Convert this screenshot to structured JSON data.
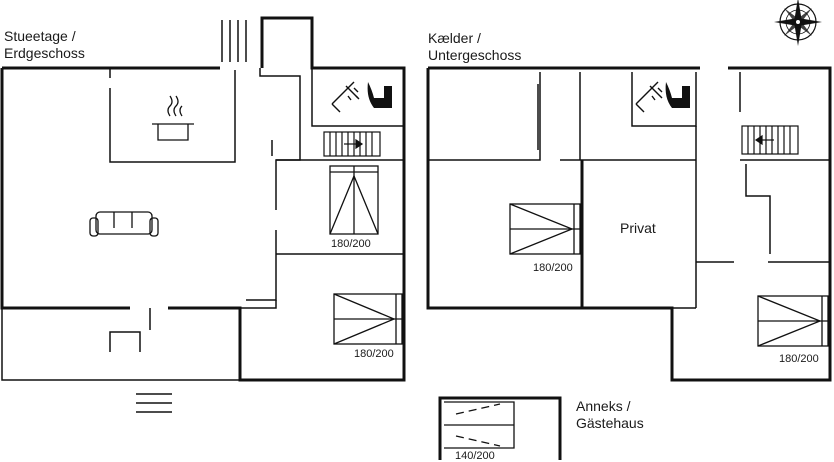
{
  "floors": {
    "ground": {
      "line1": "Stueetage /",
      "line2": "Erdgeschoss"
    },
    "basement": {
      "line1": "Kælder /",
      "line2": "Untergeschoss"
    },
    "annex": {
      "line1": "Anneks /",
      "line2": "Gästehaus"
    }
  },
  "rooms": {
    "private": "Privat"
  },
  "beds": {
    "ground_bed_1": "180/200",
    "ground_bed_2": "180/200",
    "basement_bed_1": "180/200",
    "basement_bed_2": "180/200",
    "annex_bed": "140/200"
  },
  "icons": [
    "compass-icon",
    "stove-pot-icon",
    "sofa-icon",
    "shower-icon",
    "toilet-icon",
    "stairs-icon",
    "double-bed-icon"
  ],
  "colors": {
    "wall": "#111111",
    "line": "#222222",
    "background": "#ffffff"
  }
}
